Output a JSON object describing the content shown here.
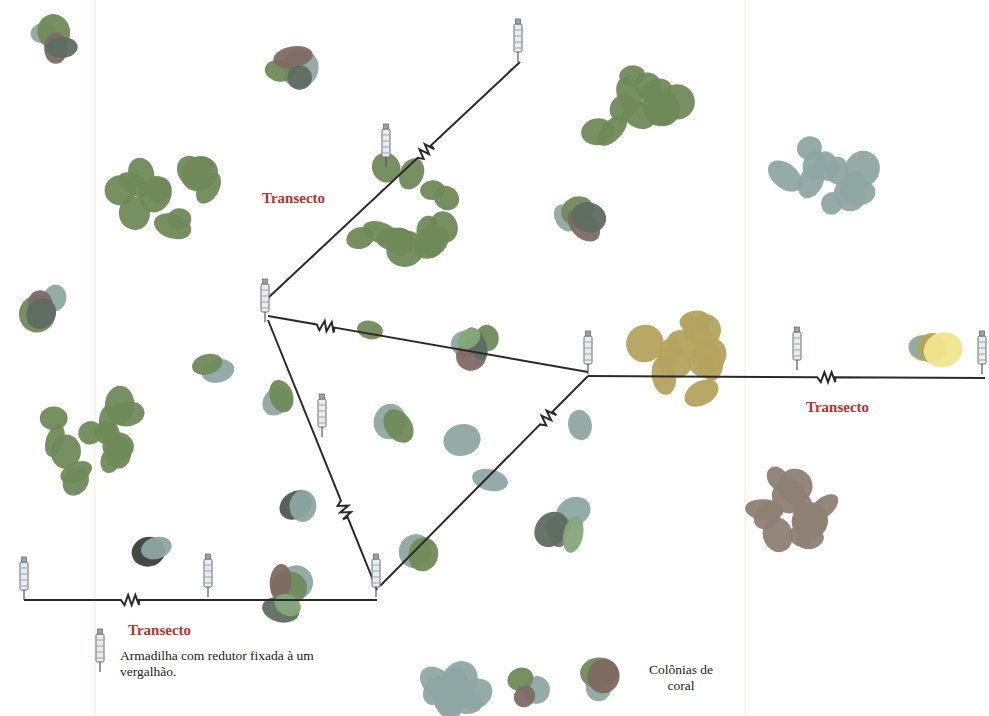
{
  "diagram": {
    "labels": [
      "Transecto",
      "Transecto",
      "Transecto"
    ],
    "legend": [
      {
        "text": "Armadilha com redutor fixada à um vergalhão."
      },
      {
        "text": "Colônias de coral"
      }
    ]
  }
}
